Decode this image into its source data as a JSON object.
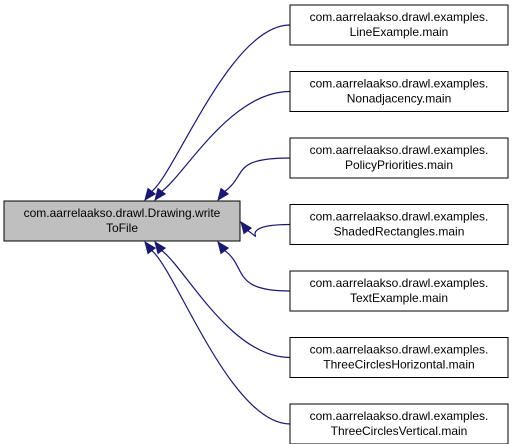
{
  "colors": {
    "source_fill": "#bfbfbf",
    "target_fill": "#ffffff",
    "border": "#000000",
    "edge": "#191970",
    "background": "#ffffff"
  },
  "source": {
    "line1": "com.aarrelaakso.drawl.Drawing.write",
    "line2": "ToFile"
  },
  "callers": [
    {
      "line1": "com.aarrelaakso.drawl.examples.",
      "line2": "LineExample.main"
    },
    {
      "line1": "com.aarrelaakso.drawl.examples.",
      "line2": "Nonadjacency.main"
    },
    {
      "line1": "com.aarrelaakso.drawl.examples.",
      "line2": "PolicyPriorities.main"
    },
    {
      "line1": "com.aarrelaakso.drawl.examples.",
      "line2": "ShadedRectangles.main"
    },
    {
      "line1": "com.aarrelaakso.drawl.examples.",
      "line2": "TextExample.main"
    },
    {
      "line1": "com.aarrelaakso.drawl.examples.",
      "line2": "ThreeCirclesHorizontal.main"
    },
    {
      "line1": "com.aarrelaakso.drawl.examples.",
      "line2": "ThreeCirclesVertical.main"
    }
  ]
}
